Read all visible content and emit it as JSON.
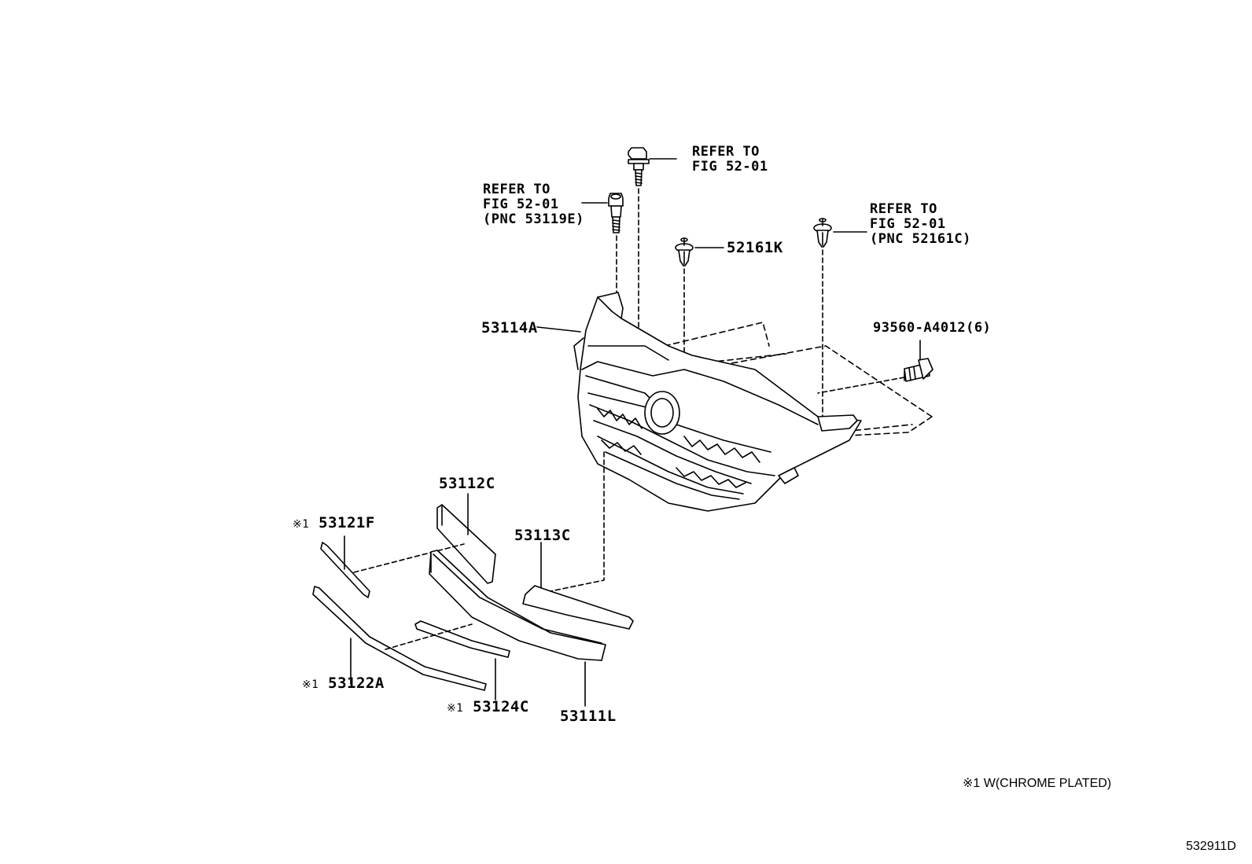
{
  "diagram": {
    "refs": {
      "ref_top_center": "REFER TO\nFIG 52-01",
      "ref_top_left": "REFER TO\nFIG 52-01\n(PNC 53119E)",
      "ref_right": "REFER TO\nFIG 52-01\n(PNC 52161C)"
    },
    "parts": {
      "p52161K": "52161K",
      "p53114A": "53114A",
      "p93560": "93560-A4012(6)",
      "p53112C": "53112C",
      "p53121F": "53121F",
      "p53113C": "53113C",
      "p53122A": "53122A",
      "p53124C": "53124C",
      "p53111L": "53111L"
    },
    "marker": "※1",
    "legend": "※1 W(CHROME PLATED)",
    "figure_id": "532911D"
  }
}
